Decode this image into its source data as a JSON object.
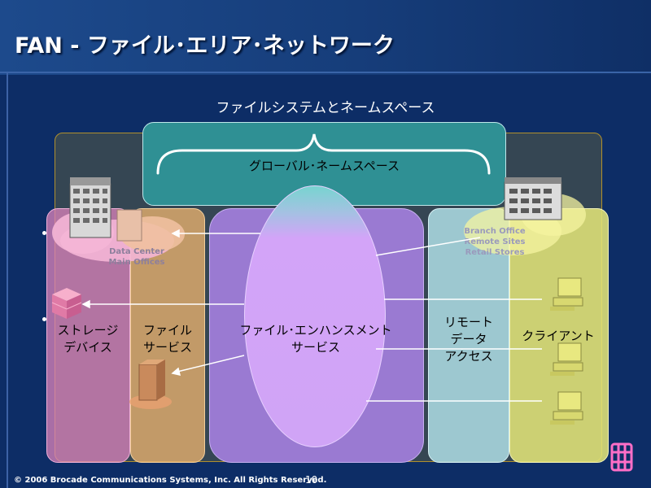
{
  "slide": {
    "title": "FAN - ファイル･エリア･ネットワーク",
    "subtitle": "ファイルシステムとネームスペース",
    "page_number": "10",
    "footer": "© 2006 Brocade Communications Systems, Inc. All Rights Reserved."
  },
  "namespace": {
    "label": "グローバル･ネームスペース"
  },
  "columns": {
    "storage": {
      "line1": "ストレージ",
      "line2": "デバイス"
    },
    "file_service": {
      "line1": "ファイル",
      "line2": "サービス"
    },
    "enhancement": {
      "line1": "ファイル･エンハンスメント",
      "line2": "サービス"
    },
    "remote": {
      "line1": "リモート",
      "line2": "データ",
      "line3": "アクセス"
    },
    "client": {
      "label": "クライアント"
    }
  },
  "data_center": {
    "line1": "Data Center",
    "line2": "Main Offices"
  },
  "branch": {
    "line1": "Branch Office",
    "line2": "Remote Sites",
    "line3": "Retail Stores"
  },
  "icons": [
    "building-icon",
    "cloud-icon",
    "storage-array-icon",
    "server-icon",
    "desktop-computer-icon",
    "brocade-logo"
  ],
  "colors": {
    "background": "#0d2d66",
    "outer_box": "#354653",
    "namespace": "#2f9094",
    "storage": "#de84bc",
    "file_service": "#e6af6e",
    "enhancement": "#9a7ad2",
    "remote": "#a8d6de",
    "client": "#e1e478",
    "logo": "#ff6ec7"
  }
}
